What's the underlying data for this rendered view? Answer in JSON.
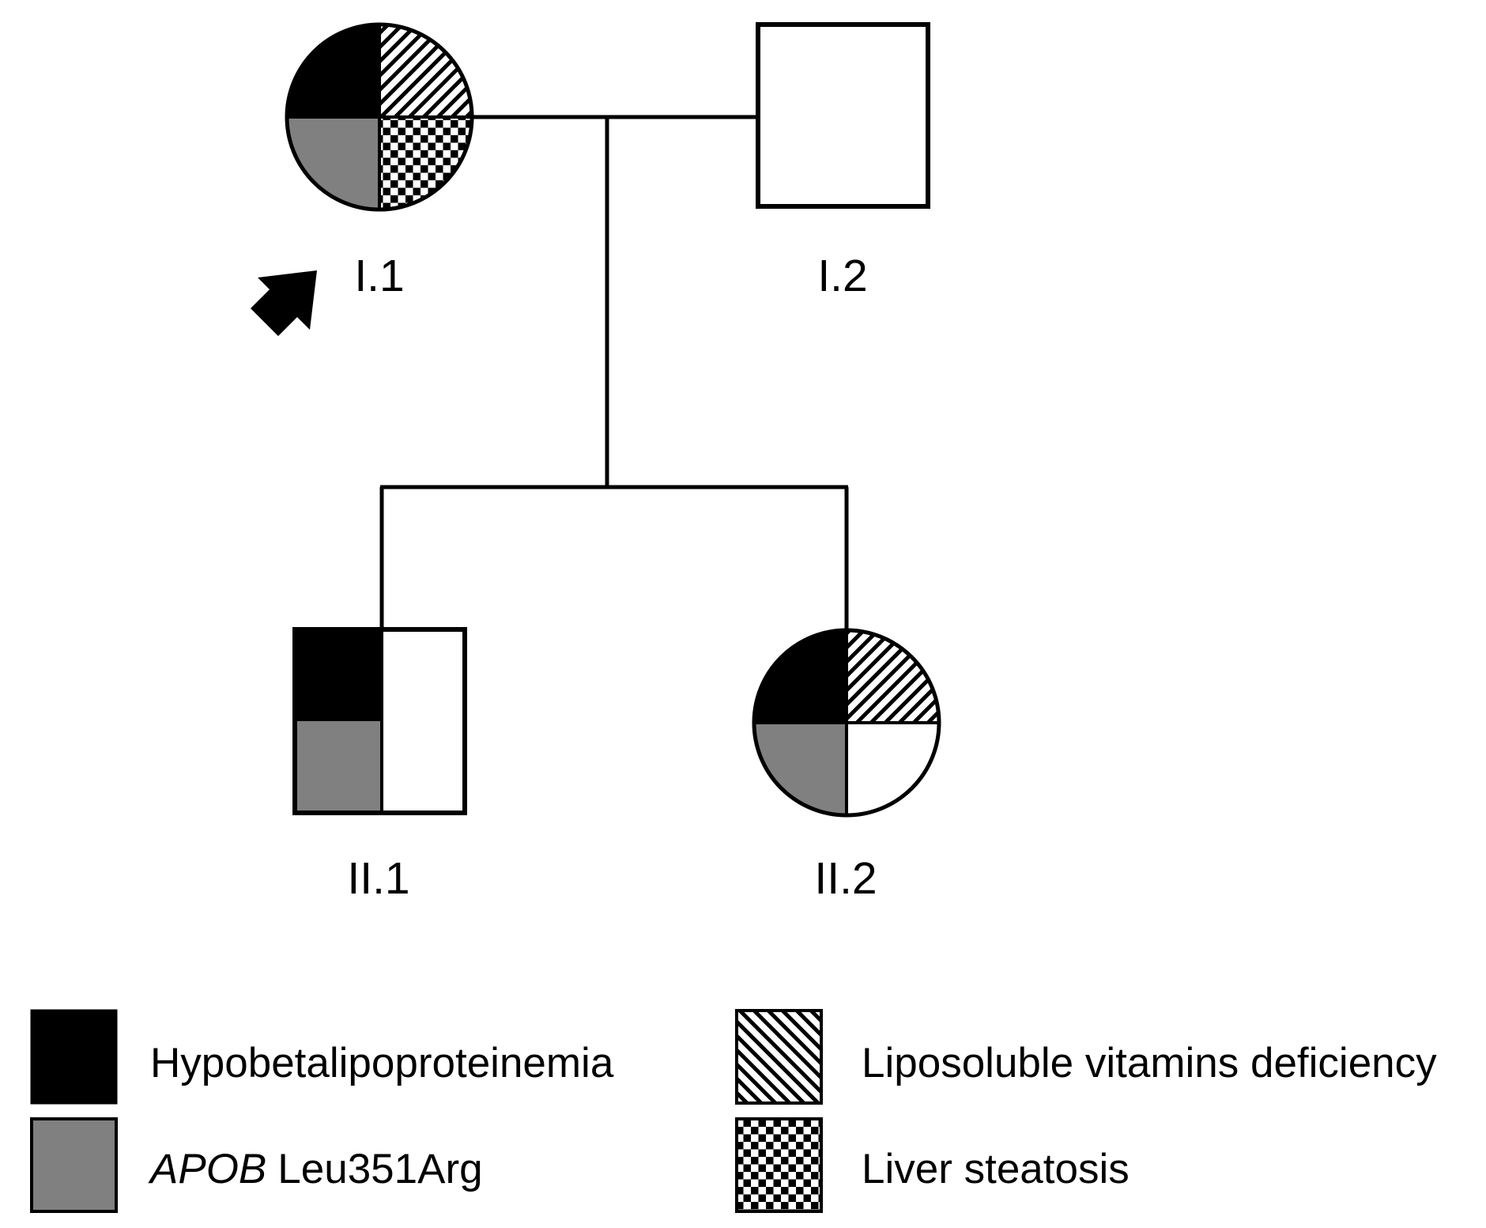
{
  "individuals": {
    "i1": {
      "label": "I.1",
      "sex": "female",
      "proband": true,
      "traits": [
        "hypobetalipoproteinemia",
        "liposoluble_vitamins_deficiency",
        "apob_variant",
        "liver_steatosis"
      ]
    },
    "i2": {
      "label": "I.2",
      "sex": "male",
      "proband": false,
      "traits": []
    },
    "ii1": {
      "label": "II.1",
      "sex": "male",
      "proband": false,
      "traits": [
        "hypobetalipoproteinemia",
        "apob_variant"
      ]
    },
    "ii2": {
      "label": "II.2",
      "sex": "female",
      "proband": false,
      "traits": [
        "hypobetalipoproteinemia",
        "liposoluble_vitamins_deficiency",
        "apob_variant"
      ]
    }
  },
  "legend": {
    "hypobetalipoproteinemia": {
      "label": "Hypobetalipoproteinemia",
      "fill": "#000000"
    },
    "apob_variant": {
      "gene": "APOB",
      "variant": "Leu351Arg",
      "fill": "#808080"
    },
    "liposoluble_vitamins_deficiency": {
      "label": "Liposoluble vitamins deficiency",
      "pattern": "diagonal-hatch"
    },
    "liver_steatosis": {
      "label": "Liver steatosis",
      "pattern": "checkerboard"
    }
  },
  "colors": {
    "affected": "#000000",
    "variant": "#808080",
    "line": "#000000",
    "background": "#ffffff"
  }
}
